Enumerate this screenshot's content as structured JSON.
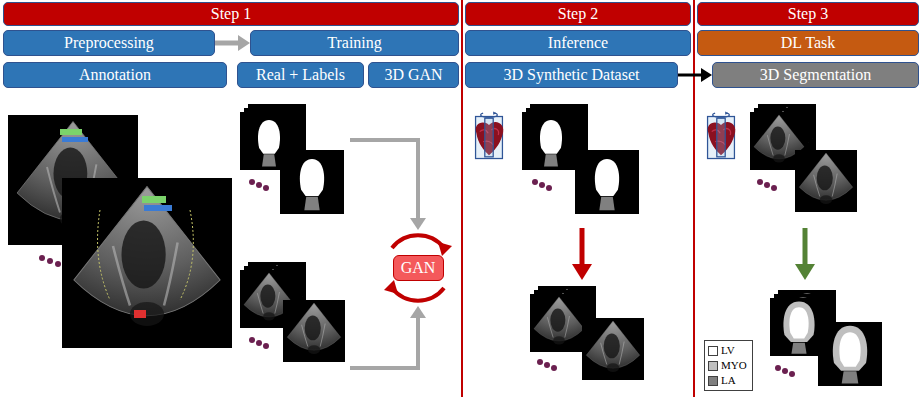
{
  "diagram": {
    "nodes": [
      {
        "text": [
          "Step 1"
        ]
      },
      {
        "text": [
          "Step 2"
        ]
      },
      {
        "text": [
          "Step 3"
        ]
      },
      {
        "text": [
          "Preprocessing"
        ]
      },
      {
        "text": [
          "Training"
        ]
      },
      {
        "text": [
          "Inference"
        ]
      },
      {
        "text": [
          "DL Task"
        ]
      },
      {
        "text": [
          "Annotation"
        ]
      },
      {
        "text": [
          "Real + Labels"
        ]
      },
      {
        "text": [
          "3D GAN"
        ]
      },
      {
        "text": [
          "3D Synthetic Dataset"
        ]
      },
      {
        "text": [
          "3D Segmentation"
        ]
      },
      {
        "text": [
          "GAN"
        ]
      }
    ],
    "edges": [
      {
        "from": 3,
        "to": 4,
        "arrow": "to"
      },
      {
        "from": 10,
        "to": 11,
        "arrow": "to"
      }
    ],
    "legend": [
      {
        "text": "LV",
        "color": "#ffffff"
      },
      {
        "text": "MYO",
        "color": "#bfbfbf"
      },
      {
        "text": "LA",
        "color": "#7f7f7f"
      }
    ]
  }
}
